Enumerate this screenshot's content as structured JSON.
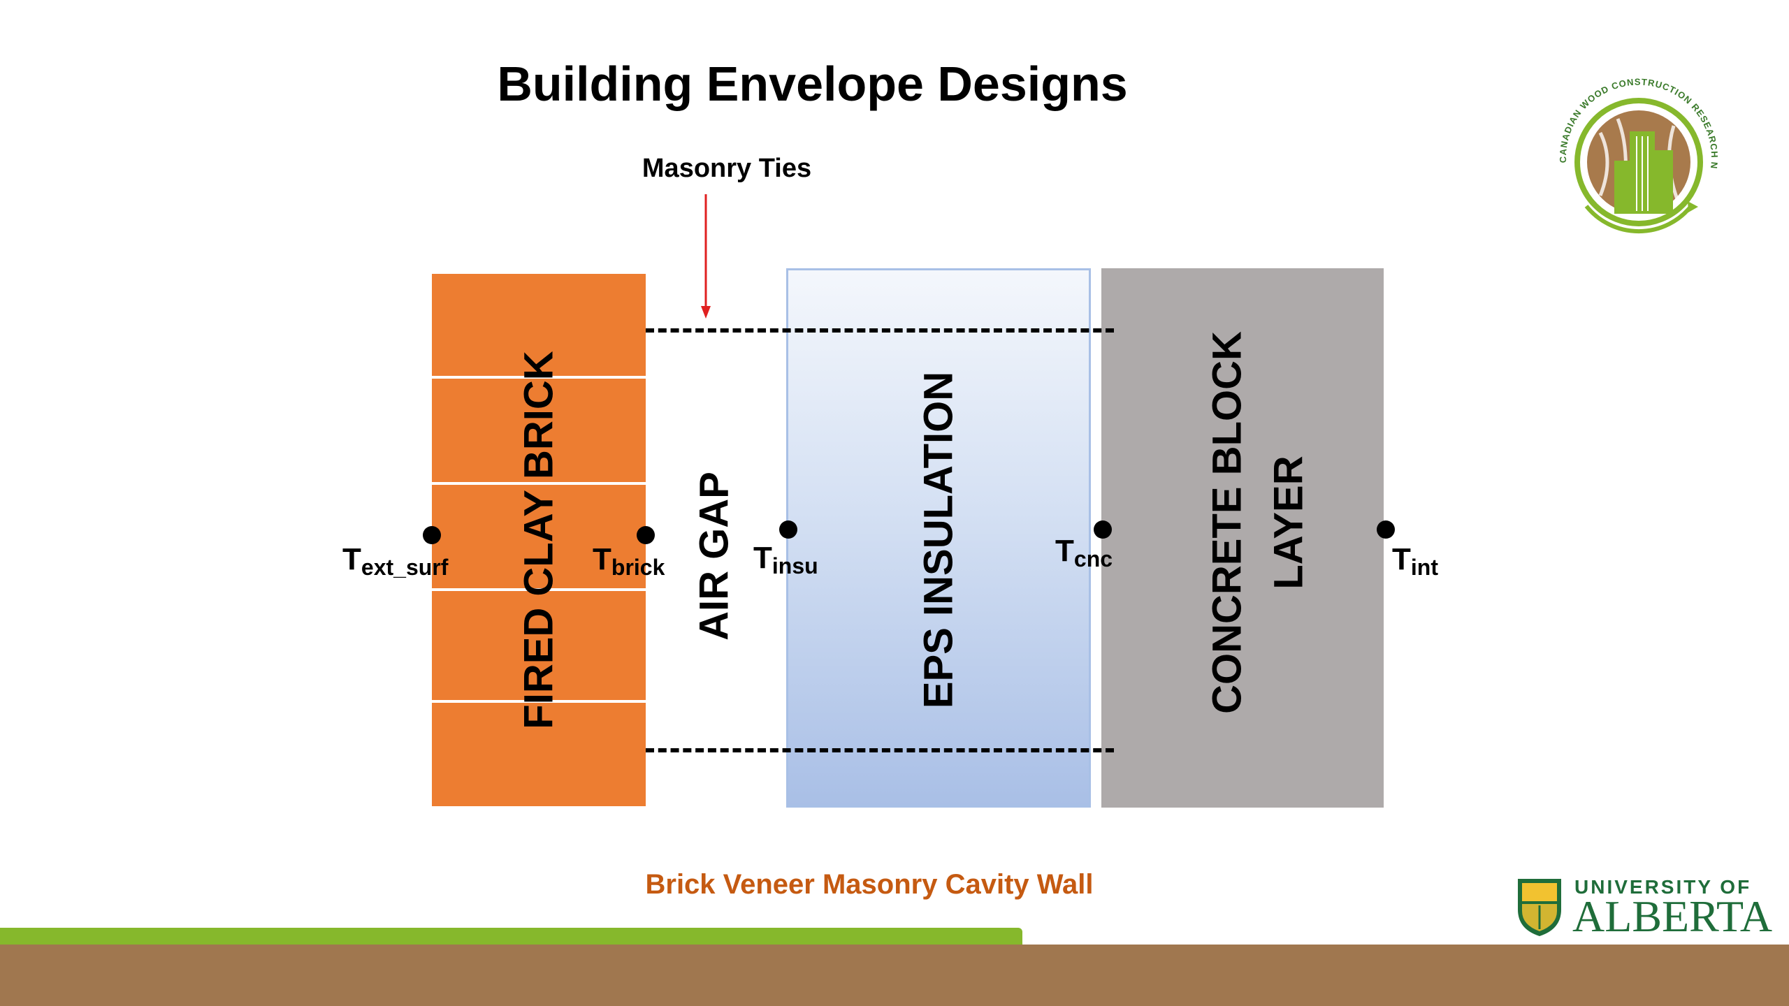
{
  "slide": {
    "title": "Building Envelope Designs",
    "caption": "Brick Veneer Masonry Cavity Wall"
  },
  "diagram": {
    "ties_label": "Masonry Ties",
    "layers": {
      "brick": "FIRED CLAY BRICK",
      "air_gap": "AIR GAP",
      "insulation": "EPS INSULATION",
      "concrete_line1": "CONCRETE BLOCK",
      "concrete_line2": "LAYER"
    },
    "temperatures": {
      "ext_surf": {
        "base": "T",
        "sub": "ext_surf"
      },
      "brick": {
        "base": "T",
        "sub": "brick"
      },
      "insu": {
        "base": "T",
        "sub": "insu"
      },
      "cnc": {
        "base": "T",
        "sub": "cnc"
      },
      "int": {
        "base": "T",
        "sub": "int"
      }
    }
  },
  "logos": {
    "cwc_text": "CANADIAN WOOD CONSTRUCTION RESEARCH NETWORK",
    "ua_small": "UNIVERSITY OF",
    "ua_big": "ALBERTA"
  },
  "colors": {
    "brick": "#ed7d31",
    "insulation": "#a9bfe6",
    "concrete": "#aeaaaa",
    "arrow": "#e02020",
    "caption": "#c55a11",
    "green_bar": "#86b82c",
    "brown_bar": "#a0774f"
  }
}
